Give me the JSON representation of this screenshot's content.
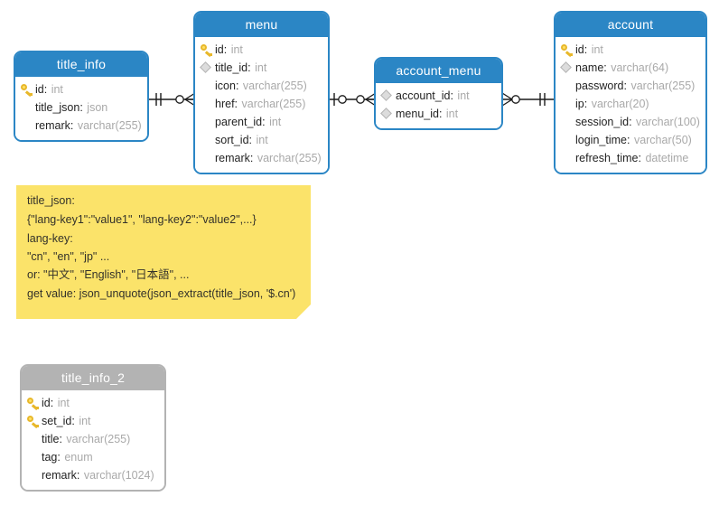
{
  "diagram": {
    "type": "er-diagram",
    "background": "#ffffff",
    "colors": {
      "header_blue": "#2b86c5",
      "header_grey": "#b3b3b3",
      "note_yellow": "#fbe36a",
      "field_name": "#232323",
      "field_type": "#a9a9a9",
      "key_gold": "#e8b82b"
    }
  },
  "entities": [
    {
      "id": "title_info",
      "title": "title_info",
      "header_style": "blue",
      "fields": [
        {
          "marker": "key-icon",
          "name": "id",
          "type": "int"
        },
        {
          "marker": "none",
          "name": "title_json",
          "type": "json"
        },
        {
          "marker": "none",
          "name": "remark",
          "type": "varchar(255)"
        }
      ]
    },
    {
      "id": "menu",
      "title": "menu",
      "header_style": "blue",
      "fields": [
        {
          "marker": "key-icon",
          "name": "id",
          "type": "int"
        },
        {
          "marker": "diamond-icon",
          "name": "title_id",
          "type": "int"
        },
        {
          "marker": "none",
          "name": "icon",
          "type": "varchar(255)"
        },
        {
          "marker": "none",
          "name": "href",
          "type": "varchar(255)"
        },
        {
          "marker": "none",
          "name": "parent_id",
          "type": "int"
        },
        {
          "marker": "none",
          "name": "sort_id",
          "type": "int"
        },
        {
          "marker": "none",
          "name": "remark",
          "type": "varchar(255)"
        }
      ]
    },
    {
      "id": "account_menu",
      "title": "account_menu",
      "header_style": "blue",
      "fields": [
        {
          "marker": "diamond-icon",
          "name": "account_id",
          "type": "int"
        },
        {
          "marker": "diamond-icon",
          "name": "menu_id",
          "type": "int"
        }
      ]
    },
    {
      "id": "account",
      "title": "account",
      "header_style": "blue",
      "fields": [
        {
          "marker": "key-icon",
          "name": "id",
          "type": "int"
        },
        {
          "marker": "diamond-icon",
          "name": "name",
          "type": "varchar(64)"
        },
        {
          "marker": "none",
          "name": "password",
          "type": "varchar(255)"
        },
        {
          "marker": "none",
          "name": "ip",
          "type": "varchar(20)"
        },
        {
          "marker": "none",
          "name": "session_id",
          "type": "varchar(100)"
        },
        {
          "marker": "none",
          "name": "login_time",
          "type": "varchar(50)"
        },
        {
          "marker": "none",
          "name": "refresh_time",
          "type": "datetime"
        }
      ]
    },
    {
      "id": "title_info_2",
      "title": "title_info_2",
      "header_style": "grey",
      "fields": [
        {
          "marker": "key-icon",
          "name": "id",
          "type": "int"
        },
        {
          "marker": "key-icon",
          "name": "set_id",
          "type": "int"
        },
        {
          "marker": "none",
          "name": "title",
          "type": "varchar(255)"
        },
        {
          "marker": "none",
          "name": "tag",
          "type": "enum"
        },
        {
          "marker": "none",
          "name": "remark",
          "type": "varchar(1024)"
        }
      ]
    }
  ],
  "relationships": [
    {
      "id": "rel-title_info-menu",
      "from": "title_info",
      "to": "menu",
      "from_cardinality": "exactly-one",
      "to_cardinality": "zero-or-many"
    },
    {
      "id": "rel-menu-account_menu",
      "from": "menu",
      "to": "account_menu",
      "from_cardinality": "zero-or-one",
      "to_cardinality": "zero-or-many"
    },
    {
      "id": "rel-account_menu-account",
      "from": "account_menu",
      "to": "account",
      "from_cardinality": "zero-or-many",
      "to_cardinality": "exactly-one"
    }
  ],
  "note": {
    "id": "note-title_json",
    "lines": [
      "title_json:",
      "{\"lang-key1\":\"value1\", \"lang-key2\":\"value2\",...}",
      "lang-key:",
      "\"cn\", \"en\", \"jp\" ...",
      "or: \"中文\", \"English\", \"日本語\", ...",
      "get value: json_unquote(json_extract(title_json, '$.cn')"
    ]
  }
}
